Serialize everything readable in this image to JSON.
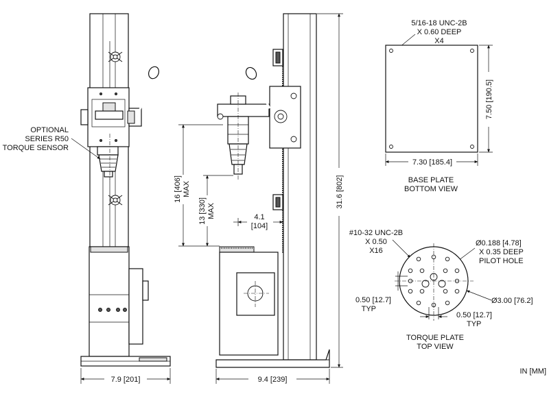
{
  "labels": {
    "sensor_line1": "OPTIONAL",
    "sensor_line2": "SERIES R50",
    "sensor_line3": "TORQUE SENSOR",
    "front_width": "7.9 [201]",
    "side_width": "9.4 [239]",
    "height_total": "31.6 [802]",
    "height_16_line1": "16 [406]",
    "height_16_line2": "MAX",
    "height_13_line1": "13 [330]",
    "height_13_line2": "MAX",
    "depth_4_line1": "4.1",
    "depth_4_line2": "[104]",
    "base_thread_line1": "5/16-18 UNC-2B",
    "base_thread_line2": "X 0.60 DEEP",
    "base_thread_line3": "X4",
    "base_height": "7.50 [190.5]",
    "base_width": "7.30 [185.4]",
    "base_title_line1": "BASE PLATE",
    "base_title_line2": "BOTTOM VIEW",
    "plate_thread_line1": "#10-32 UNC-2B",
    "plate_thread_line2": "X 0.50",
    "plate_thread_line3": "X16",
    "pilot_line1": "Ø0.188 [4.78]",
    "pilot_line2": "X 0.35 DEEP",
    "pilot_line3": "PILOT HOLE",
    "plate_typ_left_line1": "0.50 [12.7]",
    "plate_typ_left_line2": "TYP",
    "plate_typ_right_line1": "0.50 [12.7]",
    "plate_typ_right_line2": "TYP",
    "plate_diameter": "Ø3.00 [76.2]",
    "plate_title_line1": "TORQUE PLATE",
    "plate_title_line2": "TOP VIEW",
    "units": "IN [MM]"
  }
}
